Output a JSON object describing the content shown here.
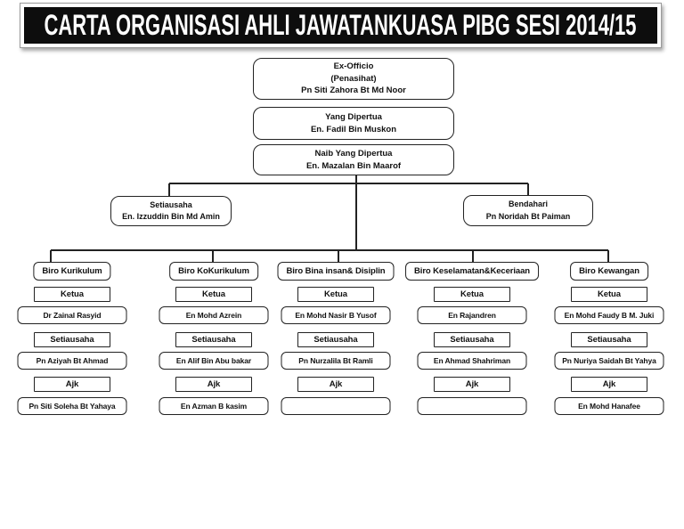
{
  "title": "CARTA ORGANISASI AHLI JAWATANKUASA PIBG SESI 2014/15",
  "colors": {
    "box_border": "#222222",
    "connector": "#222222",
    "title_bg": "#0d0d0d",
    "title_text": "#ffffff"
  },
  "nodes": {
    "ex_officio": {
      "lines": [
        "Ex-Officio",
        "(Penasihat)",
        "Pn Siti Zahora Bt Md Noor"
      ]
    },
    "yang_dipertua": {
      "lines": [
        "Yang Dipertua",
        "En. Fadil Bin Muskon"
      ]
    },
    "naib_yang_dipertua": {
      "lines": [
        "Naib Yang Dipertua",
        "En. Mazalan Bin Maarof"
      ]
    },
    "setiausaha": {
      "lines": [
        "Setiausaha",
        "En. Izzuddin Bin Md Amin"
      ]
    },
    "bendahari": {
      "lines": [
        "Bendahari",
        "Pn Noridah Bt Paiman"
      ]
    }
  },
  "columns": [
    {
      "header": "Biro Kurikulum",
      "ketua_label": "Ketua",
      "ketua": "Dr Zainal Rasyid",
      "setiausaha_label": "Setiausaha",
      "setiausaha": "Pn Aziyah Bt Ahmad",
      "ajk_label": "Ajk",
      "ajk": "Pn Siti Soleha Bt Yahaya"
    },
    {
      "header": "Biro KoKurikulum",
      "ketua_label": "Ketua",
      "ketua": "En Mohd Azrein",
      "setiausaha_label": "Setiausaha",
      "setiausaha": "En Alif Bin Abu bakar",
      "ajk_label": "Ajk",
      "ajk": "En Azman B kasim"
    },
    {
      "header": "Biro Bina insan& Disiplin",
      "ketua_label": "Ketua",
      "ketua": "En Mohd Nasir B Yusof",
      "setiausaha_label": "Setiausaha",
      "setiausaha": "Pn Nurzalila Bt Ramli",
      "ajk_label": "Ajk",
      "ajk": ""
    },
    {
      "header": "Biro Keselamatan&Keceriaan",
      "ketua_label": "Ketua",
      "ketua": "En Rajandren",
      "setiausaha_label": "Setiausaha",
      "setiausaha": "En Ahmad Shahriman",
      "ajk_label": "Ajk",
      "ajk": ""
    },
    {
      "header": "Biro Kewangan",
      "ketua_label": "Ketua",
      "ketua": "En Mohd Faudy B M. Juki",
      "setiausaha_label": "Setiausaha",
      "setiausaha": "Pn Nuriya Saidah Bt Yahya",
      "ajk_label": "Ajk",
      "ajk": "En Mohd Hanafee"
    }
  ]
}
